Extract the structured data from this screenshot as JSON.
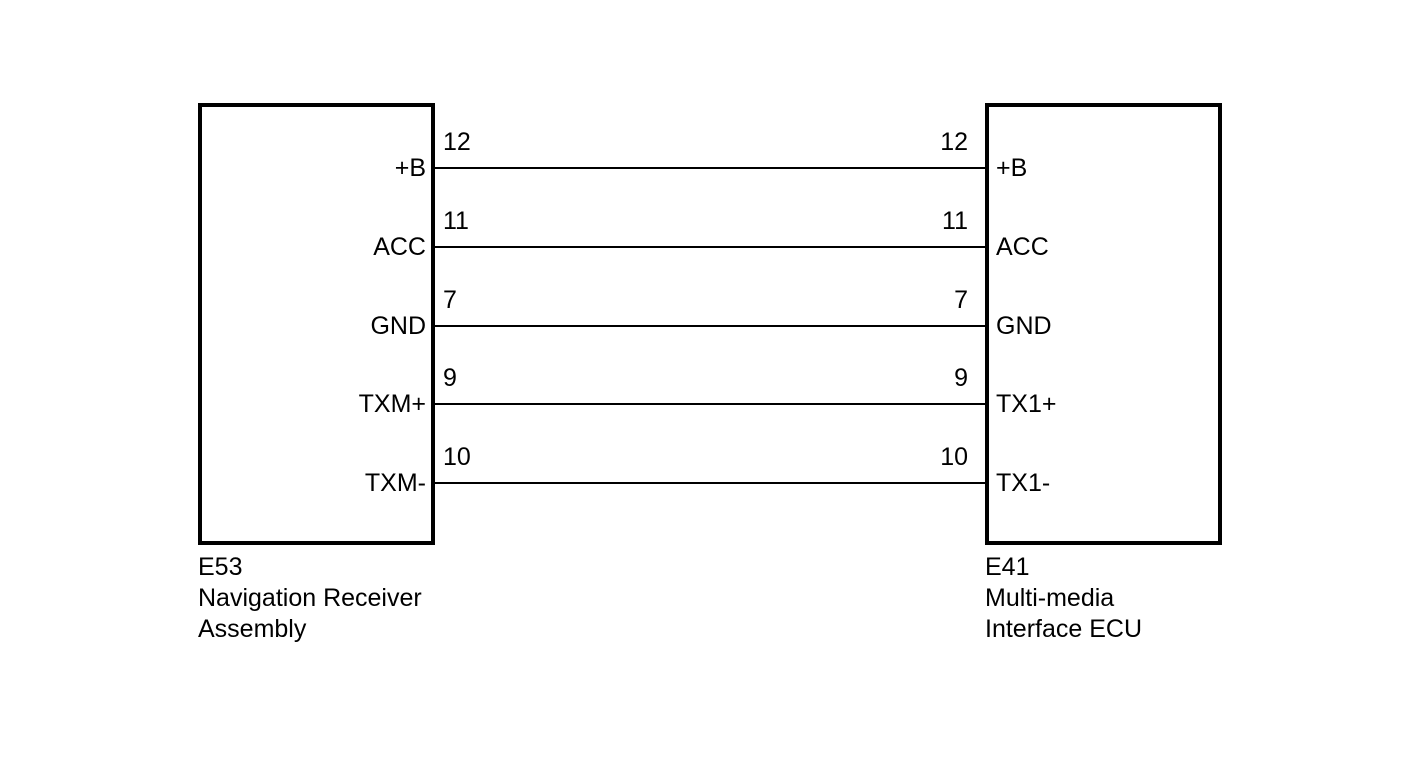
{
  "diagram": {
    "background_color": "#ffffff",
    "line_color": "#000000",
    "left_connector": {
      "code": "E53",
      "name_line1": "Navigation Receiver",
      "name_line2": "Assembly"
    },
    "right_connector": {
      "code": "E41",
      "name_line1": "Multi-media",
      "name_line2": "Interface ECU"
    },
    "wires": [
      {
        "left_pin_label": "+B",
        "left_pin_number": "12",
        "right_pin_number": "12",
        "right_pin_label": "+B"
      },
      {
        "left_pin_label": "ACC",
        "left_pin_number": "11",
        "right_pin_number": "11",
        "right_pin_label": "ACC"
      },
      {
        "left_pin_label": "GND",
        "left_pin_number": "7",
        "right_pin_number": "7",
        "right_pin_label": "GND"
      },
      {
        "left_pin_label": "TXM+",
        "left_pin_number": "9",
        "right_pin_number": "9",
        "right_pin_label": "TX1+"
      },
      {
        "left_pin_label": "TXM-",
        "left_pin_number": "10",
        "right_pin_number": "10",
        "right_pin_label": "TX1-"
      }
    ]
  }
}
